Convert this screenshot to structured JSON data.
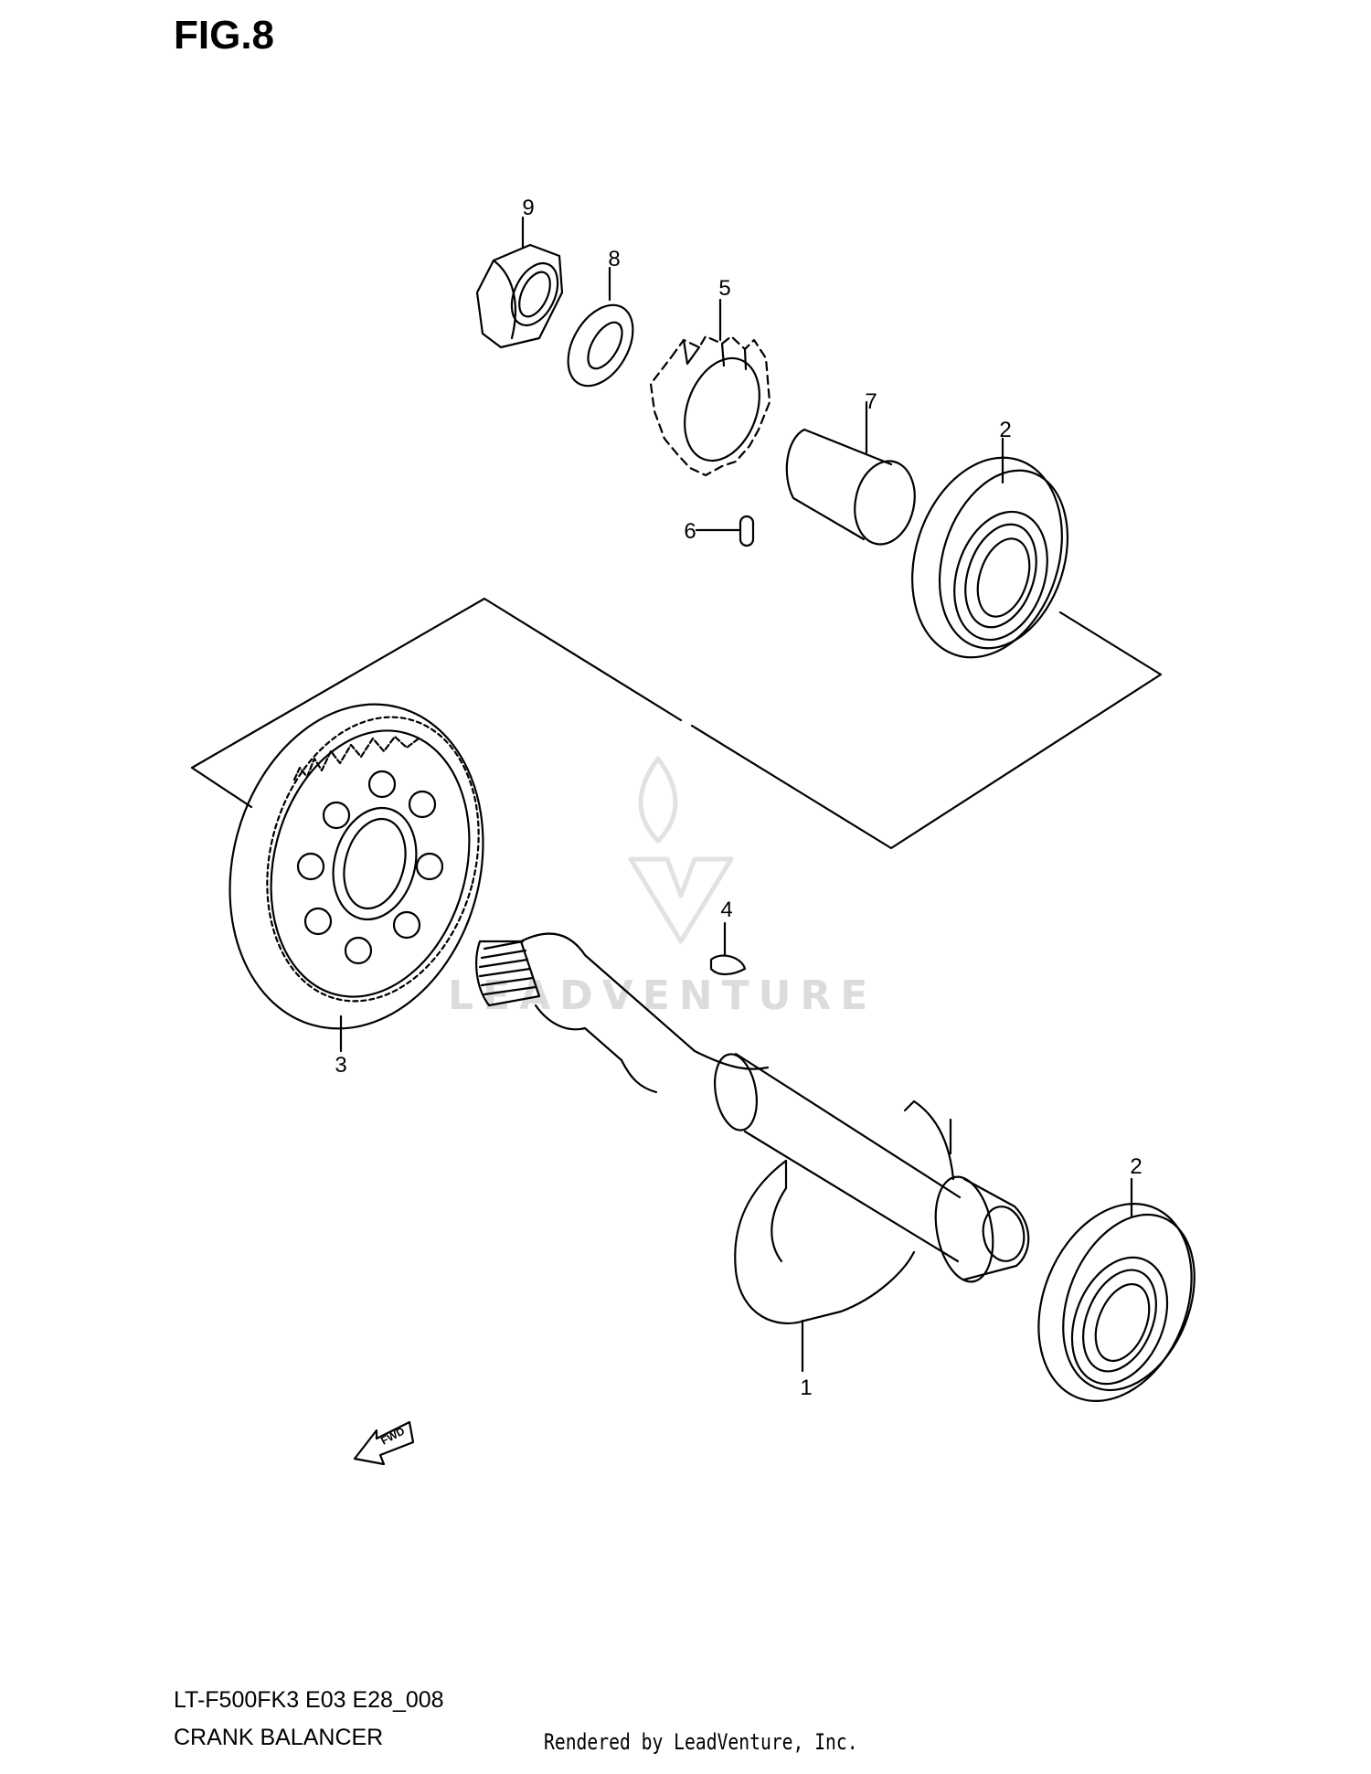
{
  "figure": {
    "title": "FIG.8"
  },
  "callouts": {
    "p9": "9",
    "p8": "8",
    "p5": "5",
    "p7": "7",
    "p2a": "2",
    "p6": "6",
    "p4": "4",
    "p3": "3",
    "p2b": "2",
    "p1": "1"
  },
  "arrow": {
    "label": "FWD"
  },
  "footer": {
    "model": "LT-F500FK3 E03 E28_008",
    "section": "CRANK BALANCER",
    "rendered": "Rendered by LeadVenture, Inc."
  },
  "watermark": {
    "text": "LEADVENTURE"
  }
}
